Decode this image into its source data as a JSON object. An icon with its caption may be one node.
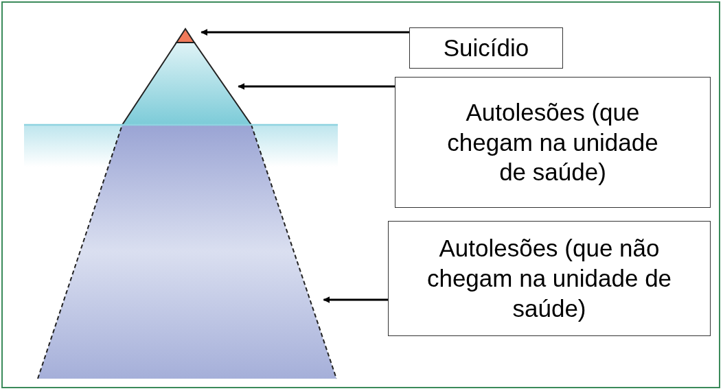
{
  "diagram": {
    "nodes": [
      {
        "text": [],
        "shape": "triangle"
      },
      {
        "text": [
          "Suicídio"
        ]
      },
      {
        "text": [],
        "shape": "trapezoid"
      },
      {
        "text": [
          "Autolesões (que chegam na unidade de saúde)"
        ]
      },
      {
        "text": [],
        "shape": "trapezoid"
      },
      {
        "text": [
          "Autolesões (que não chegam na unidade de saúde)"
        ]
      }
    ],
    "edges": [
      {
        "from": 1,
        "to": 0,
        "arrow": "to"
      },
      {
        "from": 3,
        "to": 2,
        "arrow": "to"
      },
      {
        "from": 5,
        "to": 4,
        "arrow": "to"
      }
    ]
  }
}
